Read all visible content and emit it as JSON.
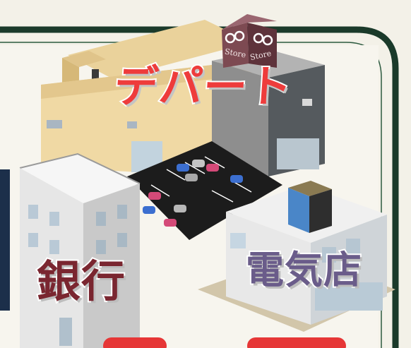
{
  "labels": {
    "department_store": "デパート",
    "bank": "銀行",
    "electronics_store": "電気店"
  },
  "store_signs": [
    "Store",
    "Store"
  ],
  "colors": {
    "department_store_text": "#ee3c3c",
    "bank_text": "#7a2630",
    "electronics_text": "#6a5c8a",
    "department_building": "#f0d9a4",
    "bank_building": "#e6e6e6",
    "parking_lot": "#1c1c1c",
    "frame_border": "#1a3a2a",
    "sign_board": "#7d4a52"
  }
}
